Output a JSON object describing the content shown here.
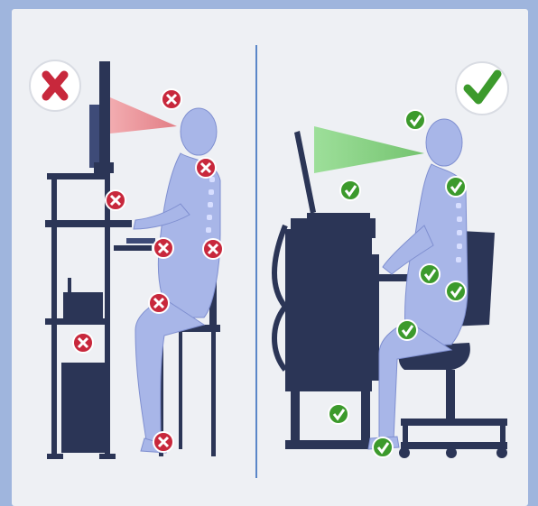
{
  "panels": [
    {
      "id": "bad",
      "verdict": "incorrect-posture",
      "badge_icon": "red-x-icon",
      "accent": "#c8283c",
      "sight_color": "#f08a90"
    },
    {
      "id": "good",
      "verdict": "correct-posture",
      "badge_icon": "green-check-icon",
      "accent": "#3c9a2c",
      "sight_color": "#7ed07a"
    }
  ],
  "colors": {
    "background": "#9fb5dd",
    "panel": "#eef0f4",
    "furniture": "#2b3556",
    "person": "#a8b6e8",
    "divider": "#5a86c8"
  }
}
